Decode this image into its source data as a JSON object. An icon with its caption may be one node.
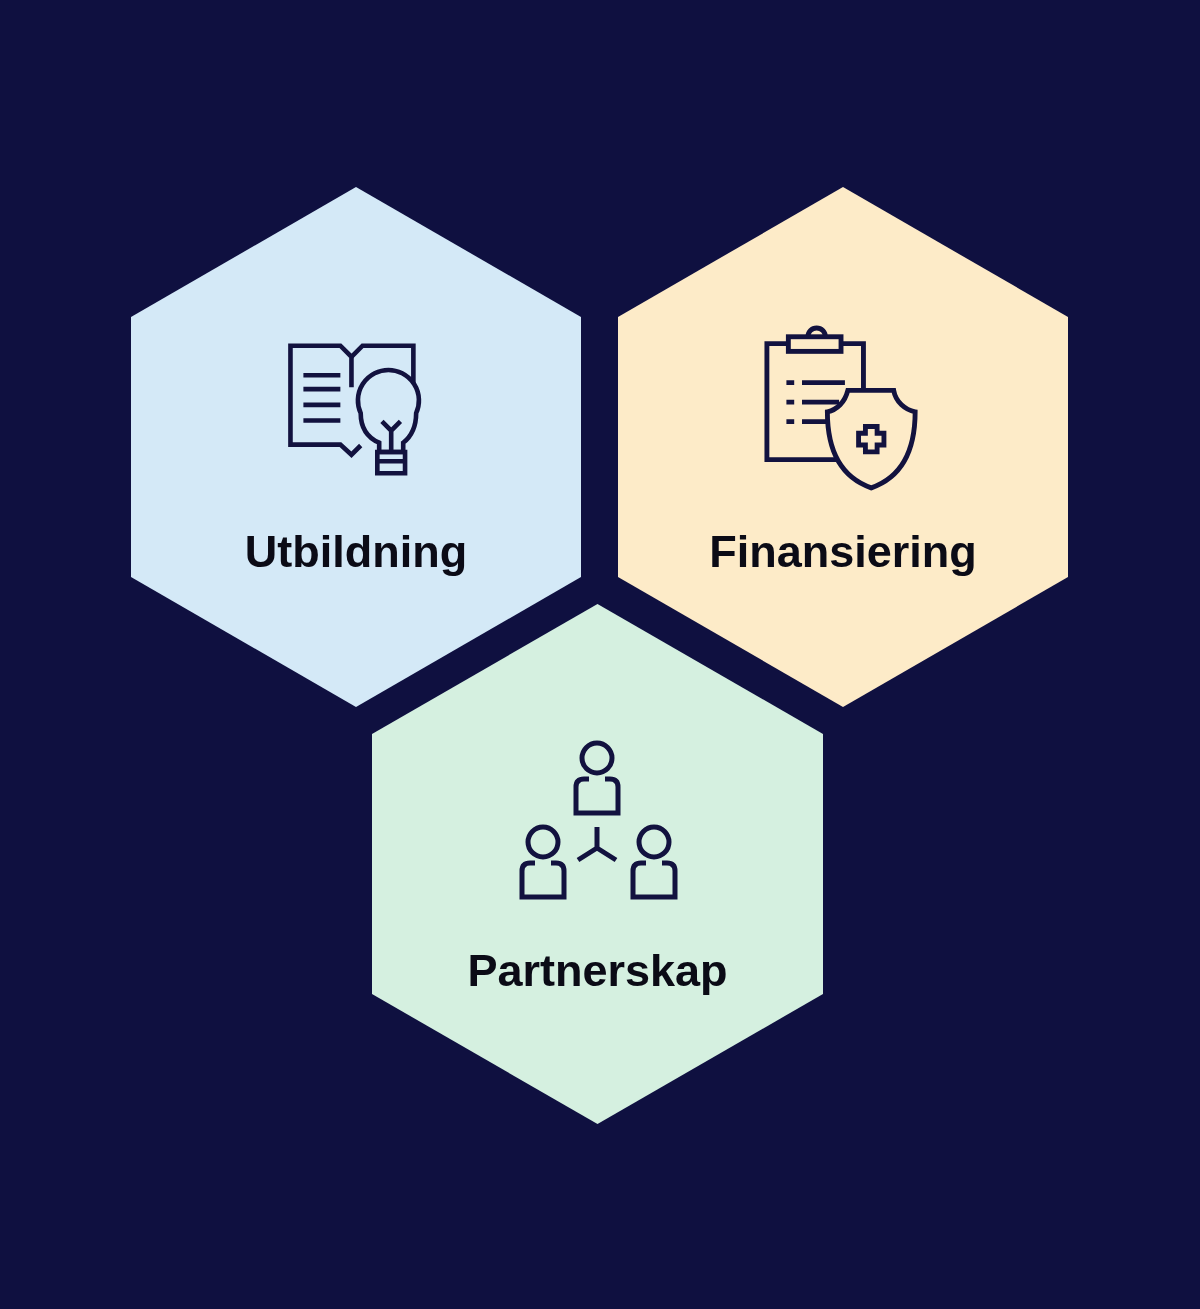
{
  "diagram": {
    "nodes": [
      {
        "text": [
          "Utbildning"
        ]
      },
      {
        "text": [
          "Finansiering"
        ]
      },
      {
        "text": [
          "Partnerskap"
        ]
      }
    ]
  }
}
